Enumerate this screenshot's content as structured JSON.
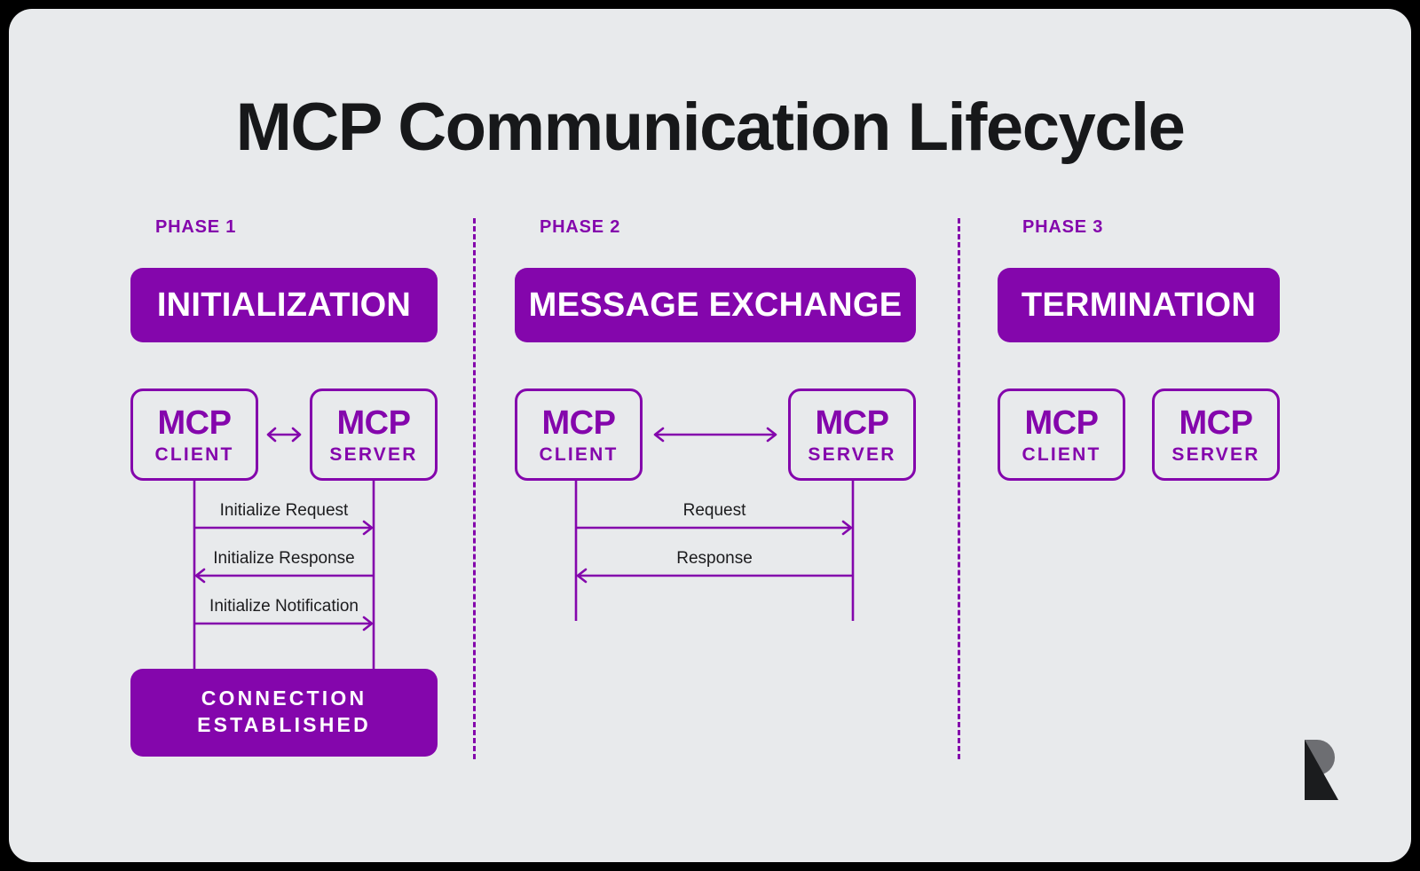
{
  "title": "MCP Communication Lifecycle",
  "colors": {
    "purple": "#8406ac",
    "card_background": "#e8eaec",
    "page_background": "#000000",
    "text_dark": "#17181a"
  },
  "phases": [
    {
      "label": "PHASE 1",
      "banner": "INITIALIZATION",
      "client": {
        "title": "MCP",
        "sub": "CLIENT"
      },
      "server": {
        "title": "MCP",
        "sub": "SERVER"
      },
      "connector_icon": "double-headed-arrow-icon",
      "has_connector": true,
      "messages": [
        {
          "text": "Initialize Request",
          "direction": "right"
        },
        {
          "text": "Initialize Response",
          "direction": "left"
        },
        {
          "text": "Initialize Notification",
          "direction": "right"
        }
      ],
      "status": {
        "line1": "CONNECTION",
        "line2": "ESTABLISHED"
      }
    },
    {
      "label": "PHASE 2",
      "banner": "MESSAGE EXCHANGE",
      "client": {
        "title": "MCP",
        "sub": "CLIENT"
      },
      "server": {
        "title": "MCP",
        "sub": "SERVER"
      },
      "connector_icon": "double-headed-arrow-icon",
      "has_connector": true,
      "messages": [
        {
          "text": "Request",
          "direction": "right"
        },
        {
          "text": "Response",
          "direction": "left"
        }
      ],
      "status": null
    },
    {
      "label": "PHASE 3",
      "banner": "TERMINATION",
      "client": {
        "title": "MCP",
        "sub": "CLIENT"
      },
      "server": {
        "title": "MCP",
        "sub": "SERVER"
      },
      "connector_icon": null,
      "has_connector": false,
      "messages": [],
      "status": null
    }
  ],
  "logo": {
    "name": "brand-r-logo"
  }
}
